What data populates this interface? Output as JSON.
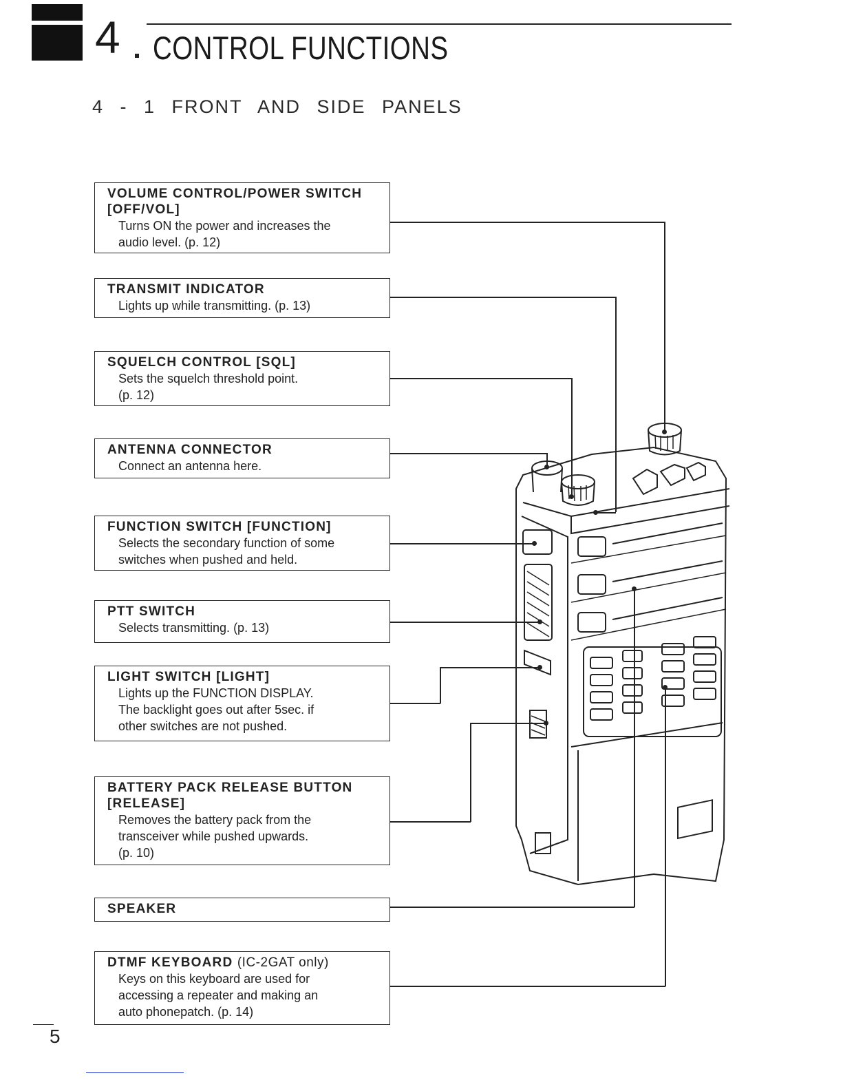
{
  "header": {
    "chapter_number": "4",
    "chapter_title": "CONTROL FUNCTIONS",
    "section_title": "4 - 1   FRONT AND SIDE PANELS"
  },
  "callouts": [
    {
      "title": "VOLUME CONTROL/POWER SWITCH",
      "title_line2": "[OFF/VOL]",
      "note": "",
      "desc": [
        "Turns ON the power and increases the",
        "audio level.  (p. 12)"
      ]
    },
    {
      "title": "TRANSMIT INDICATOR",
      "title_line2": "",
      "note": "",
      "desc": [
        "Lights up while transmitting.  (p. 13)"
      ]
    },
    {
      "title": "SQUELCH CONTROL [SQL]",
      "title_line2": "",
      "note": "",
      "desc": [
        "Sets the squelch threshold point.",
        "(p. 12)"
      ]
    },
    {
      "title": "ANTENNA CONNECTOR",
      "title_line2": "",
      "note": "",
      "desc": [
        "Connect an antenna here."
      ]
    },
    {
      "title": "FUNCTION SWITCH [FUNCTION]",
      "title_line2": "",
      "note": "",
      "desc": [
        "Selects the secondary function of some",
        "switches when pushed and held."
      ]
    },
    {
      "title": "PTT SWITCH",
      "title_line2": "",
      "note": "",
      "desc": [
        "Selects transmitting.  (p. 13)"
      ]
    },
    {
      "title": "LIGHT SWITCH [LIGHT]",
      "title_line2": "",
      "note": "",
      "desc": [
        "Lights up the FUNCTION DISPLAY.",
        "The backlight goes out after 5sec. if",
        "other switches are not pushed."
      ]
    },
    {
      "title": "BATTERY PACK RELEASE BUTTON",
      "title_line2": "[RELEASE]",
      "note": "",
      "desc": [
        "Removes the battery pack from the",
        "transceiver while pushed upwards.",
        "(p. 10)"
      ]
    },
    {
      "title": "SPEAKER",
      "title_line2": "",
      "note": "",
      "desc": []
    },
    {
      "title": "DTMF KEYBOARD",
      "title_line2": "",
      "note": "(IC-2GAT only)",
      "desc": [
        "Keys on this keyboard are used for",
        "accessing a repeater and making an",
        "auto phonepatch.  (p. 14)"
      ]
    }
  ],
  "footer": {
    "page_number": "5"
  }
}
